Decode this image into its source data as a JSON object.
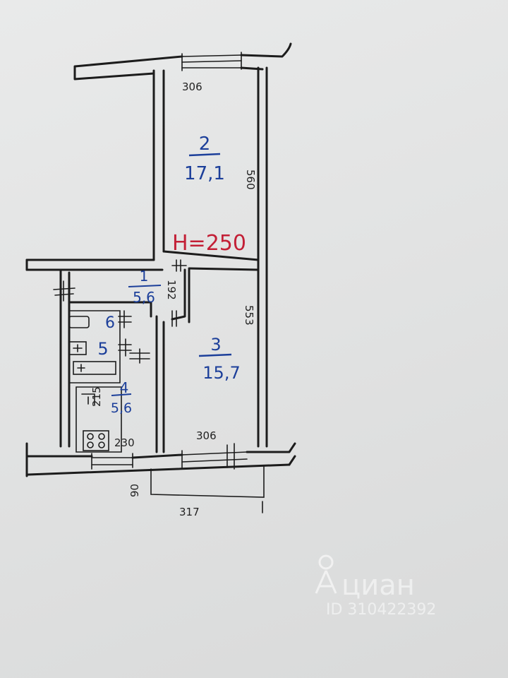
{
  "rooms": [
    {
      "number": "1",
      "area": "5,6"
    },
    {
      "number": "2",
      "area": "17,1"
    },
    {
      "number": "3",
      "area": "15,7"
    },
    {
      "number": "4",
      "area": "5,6"
    },
    {
      "number": "5",
      "area": ""
    },
    {
      "number": "6",
      "area": ""
    }
  ],
  "ceiling_height": "H=250",
  "dimensions": {
    "room2_width": "306",
    "room2_length": "560",
    "room1_width": "192",
    "room3_length": "553",
    "room3_width": "306",
    "kitchen_width": "230",
    "kitchen_depth": "215",
    "balcony_length": "317",
    "balcony_depth": "90"
  },
  "watermark": {
    "brand": "циан",
    "id": "ID 310422392"
  },
  "colors": {
    "paper": "#e3e4e4",
    "ink": "#1c1c1c",
    "blue_pen": "#1c3f9a",
    "red_pen": "#c31f36"
  }
}
